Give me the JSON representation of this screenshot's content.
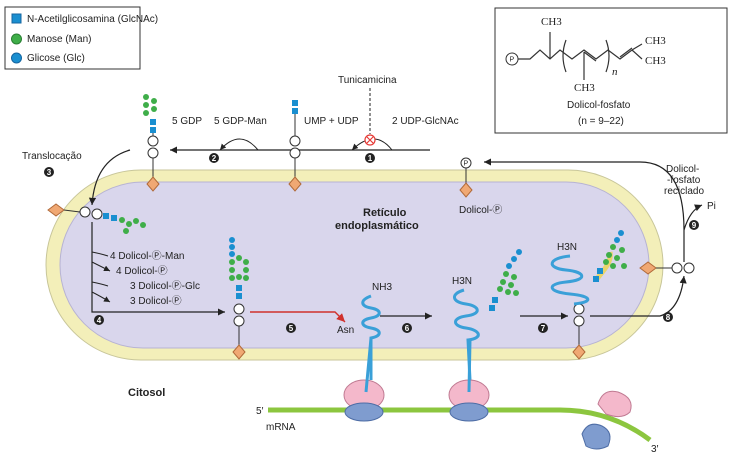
{
  "legend": {
    "items": [
      {
        "symbol": "square",
        "color": "#1a8fd0",
        "label": "N-Acetilglicosamina (GlcNAc)"
      },
      {
        "symbol": "circle",
        "color": "#3fae49",
        "label": "Manose (Man)"
      },
      {
        "symbol": "circle",
        "color": "#1a8fd0",
        "label": "Glicose (Glc)"
      }
    ]
  },
  "structure": {
    "caption": "Dolicol-fosfato",
    "n_range": "(n = 9–22)",
    "ch3": "CH3",
    "n": "n",
    "p": "P"
  },
  "labels": {
    "tunicamicina": "Tunicamicina",
    "five_gdp": "5 GDP",
    "five_gdp_man": "5 GDP-Man",
    "ump_udp": "UMP + UDP",
    "two_udp_glcnac": "2 UDP-GlcNAc",
    "translocacao": "Translocação",
    "reticulo_1": "Retículo",
    "reticulo_2": "endoplasmático",
    "dolicol_p": "Dolicol-Ⓟ",
    "dolicol_reciclado_1": "Dolicol-",
    "dolicol_reciclado_2": "-fosfato",
    "dolicol_reciclado_3": "reciclado",
    "pi": "Pi",
    "four_dol_man": "4 Dolicol-Ⓟ-Man",
    "four_dol": "4 Dolicol-Ⓟ",
    "three_dol_glc": "3 Dolicol-Ⓟ-Glc",
    "three_dol": "3 Dolicol-Ⓟ",
    "nh3": "NH3",
    "h3n": "H3N",
    "asn": "Asn",
    "citosol": "Citosol",
    "five_prime": "5′",
    "three_prime": "3′",
    "mrna": "mRNA"
  },
  "steps": [
    "1",
    "2",
    "3",
    "4",
    "5",
    "6",
    "7",
    "8",
    "9"
  ],
  "colors": {
    "er_lumen": "#d9d6ec",
    "er_membrane": "#f3efb9",
    "glcnac": "#1a8fd0",
    "mannose": "#3fae49",
    "glucose": "#1a8fd0",
    "dolichol_head": "#f0a873",
    "mrna": "#8cc63f",
    "ribosome_large": "#f4b8cb",
    "ribosome_small": "#7f9ccf",
    "protein": "#3aa0d8",
    "inhibitor": "#e53935",
    "red_arrow": "#d0312d"
  }
}
